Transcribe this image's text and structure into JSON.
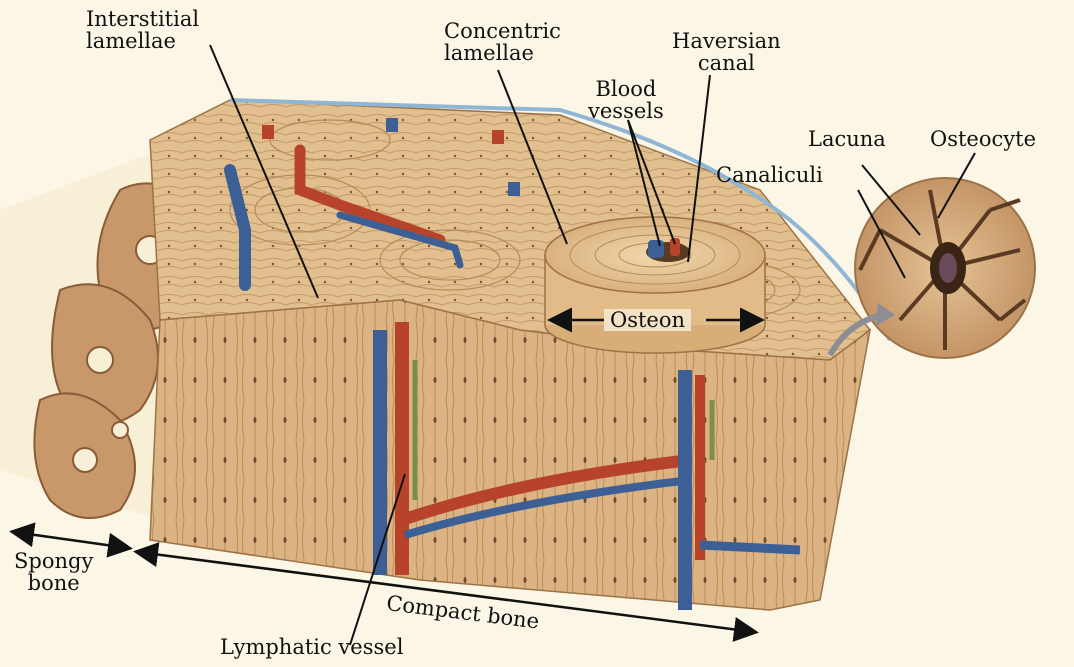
{
  "labels": {
    "interstitial_lamellae": "Interstitial\nlamellae",
    "concentric_lamellae": "Concentric\nlamellae",
    "haversian_canal": "Haversian\ncanal",
    "blood_vessels": "Blood\nvessels",
    "lacuna": "Lacuna",
    "osteocyte": "Osteocyte",
    "canaliculi": "Canaliculi",
    "osteon": "Osteon",
    "spongy_bone": "Spongy\nbone",
    "compact_bone": "Compact bone",
    "lymphatic_vessel": "Lymphatic vessel"
  },
  "colors": {
    "background": "#fbf6e6",
    "bone": "#e2bf8f",
    "bone_dark": "#b88a57",
    "artery": "#b8432b",
    "vein": "#3c5f96",
    "lymph": "#7a8f4a",
    "periosteum": "#8fb6d4"
  }
}
